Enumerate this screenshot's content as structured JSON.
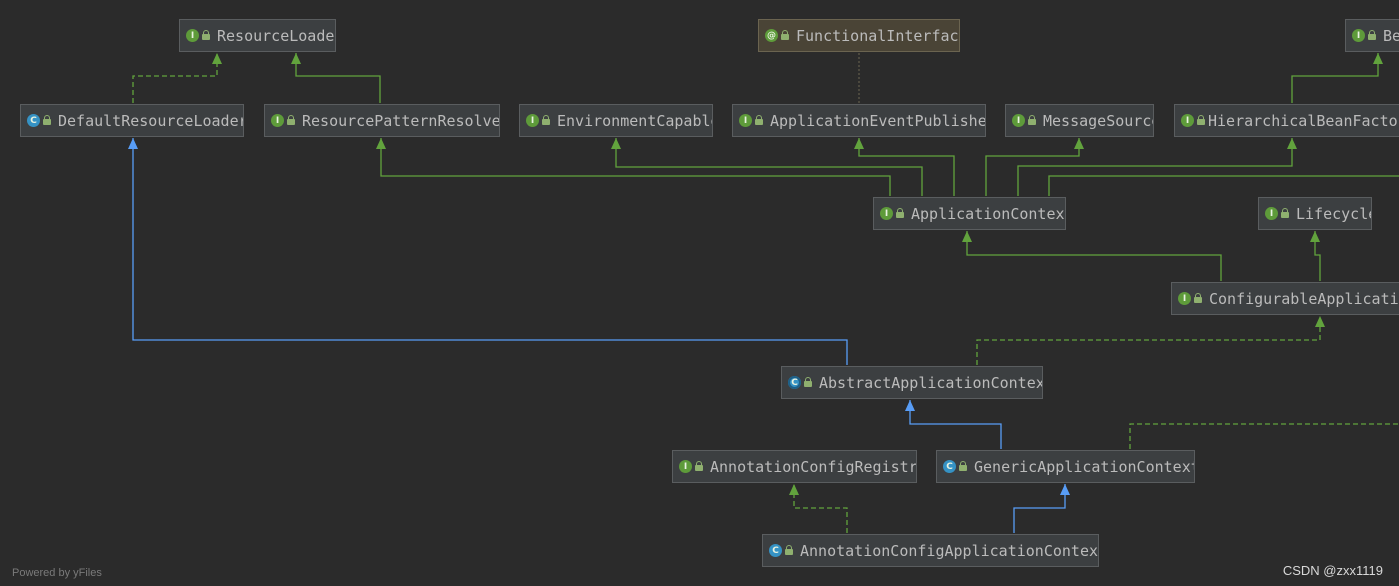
{
  "colors": {
    "background": "#2b2b2b",
    "extends_edge": "#589df6",
    "implements_edge": "#62a33d",
    "node_fill": "#3c3f41",
    "node_border": "#5a5d5f",
    "text": "#bbbbbb"
  },
  "nodes": {
    "resource_loader": {
      "label": "ResourceLoader",
      "kind": "interface",
      "icon": "interface-icon"
    },
    "functional_interface": {
      "label": "FunctionalInterface",
      "kind": "annotation",
      "icon": "annotation-icon"
    },
    "bean_factory": {
      "label": "BeanFactory",
      "kind": "interface",
      "icon": "interface-icon"
    },
    "default_resource_loader": {
      "label": "DefaultResourceLoader",
      "kind": "class",
      "icon": "class-icon"
    },
    "resource_pattern_resolver": {
      "label": "ResourcePatternResolver",
      "kind": "interface",
      "icon": "interface-icon"
    },
    "environment_capable": {
      "label": "EnvironmentCapable",
      "kind": "interface",
      "icon": "interface-icon"
    },
    "application_event_publisher": {
      "label": "ApplicationEventPublisher",
      "kind": "interface",
      "icon": "interface-icon"
    },
    "message_source": {
      "label": "MessageSource",
      "kind": "interface",
      "icon": "interface-icon"
    },
    "hierarchical_bean_factory": {
      "label": "HierarchicalBeanFactory",
      "kind": "interface",
      "icon": "interface-icon"
    },
    "application_context": {
      "label": "ApplicationContext",
      "kind": "interface",
      "icon": "interface-icon"
    },
    "lifecycle": {
      "label": "Lifecycle",
      "kind": "interface",
      "icon": "interface-icon"
    },
    "configurable_application_context": {
      "label": "ConfigurableApplicationContext",
      "kind": "interface",
      "icon": "interface-icon"
    },
    "abstract_application_context": {
      "label": "AbstractApplicationContext",
      "kind": "abstract-class",
      "icon": "abstract-class-icon"
    },
    "annotation_config_registry": {
      "label": "AnnotationConfigRegistry",
      "kind": "interface",
      "icon": "interface-icon"
    },
    "generic_application_context": {
      "label": "GenericApplicationContext",
      "kind": "class",
      "icon": "class-icon"
    },
    "annotation_config_application_context": {
      "label": "AnnotationConfigApplicationContext",
      "kind": "class",
      "icon": "class-icon"
    }
  },
  "footer": {
    "powered_by": "Powered by yFiles",
    "watermark": "CSDN @zxx1119"
  }
}
